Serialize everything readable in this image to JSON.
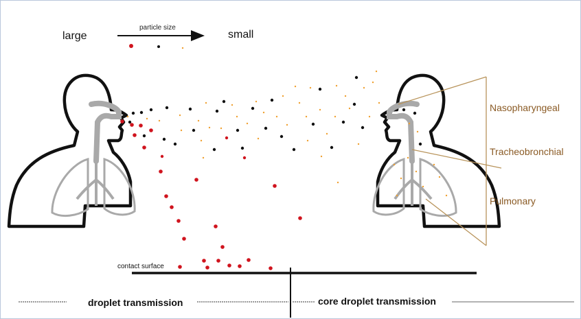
{
  "legend": {
    "large_label": "large",
    "small_label": "small",
    "arrow_caption": "particle size"
  },
  "regions": {
    "nasopharyngeal": "Nasopharyngeal",
    "tracheobronchial": "Tracheobronchial",
    "pulmonary": "Pulmonary"
  },
  "surface": {
    "label": "contact surface"
  },
  "transmission": {
    "droplet": "droplet transmission",
    "core": "core droplet transmission"
  },
  "colors": {
    "large_particle": "#d0141e",
    "medium_particle": "#111111",
    "small_particle": "#f0a030",
    "region_label": "#8a5a24",
    "anatomy": "#a9a9a9",
    "outline": "#111111"
  },
  "icons": [
    "person-source-icon",
    "person-receiver-icon"
  ]
}
